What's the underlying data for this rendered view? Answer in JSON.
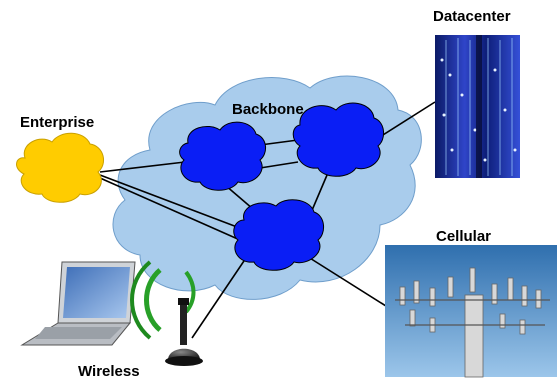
{
  "labels": {
    "datacenter": "Datacenter",
    "backbone": "Backbone",
    "enterprise": "Enterprise",
    "cellular": "Cellular",
    "wireless": "Wireless"
  },
  "colors": {
    "backbone_cloud": "#a9ccec",
    "router_cloud": "#0a1ef5",
    "enterprise_cloud": "#ffcc00",
    "link": "#000000"
  },
  "icons": [
    "laptop-icon",
    "wireless-antenna-icon",
    "datacenter-photo",
    "cell-tower-photo"
  ]
}
